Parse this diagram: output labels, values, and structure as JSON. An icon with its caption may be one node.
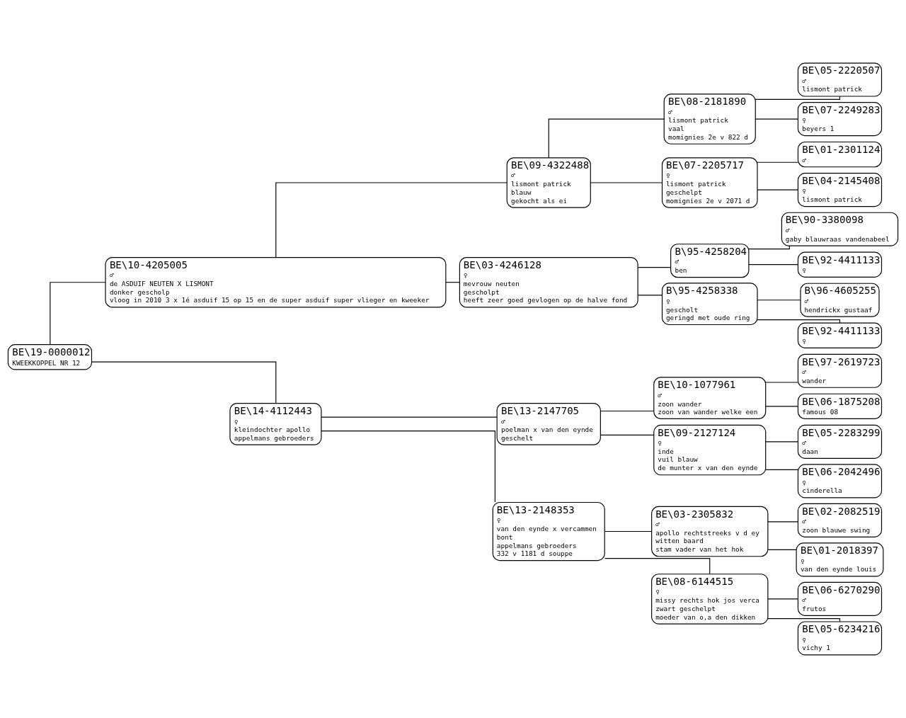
{
  "diagram": {
    "nodes": [
      {
        "text": [
          "BE\\19-0000012",
          "KWEEKKOPPEL NR 12"
        ]
      },
      {
        "text": [
          "BE\\10-4205005",
          "♂",
          "de ASDUIF NEUTEN X LISMONT",
          "donker gescholp",
          "vloog in 2010 3 x 1é asduif 15 op 15 en de super asduif super vlieger en kweeker"
        ]
      },
      {
        "text": [
          "BE\\14-4112443",
          "♀",
          "kleindochter apollo",
          "appelmans gebroeders"
        ]
      },
      {
        "text": [
          "BE\\09-4322488",
          "♂",
          "lismont patrick",
          "blauw",
          "gekocht als ei"
        ]
      },
      {
        "text": [
          "BE\\03-4246128",
          "♀",
          "mevrouw neuten",
          "gescholpt",
          "heeft zeer goed gevlogen op de halve fond"
        ]
      },
      {
        "text": [
          "BE\\13-2147705",
          "♂",
          "poelman x van den eynde",
          "geschelt"
        ]
      },
      {
        "text": [
          "BE\\13-2148353",
          "♀",
          "van den eynde x vercammen",
          "bont",
          "appelmans gebroeders",
          "332 v 1181 d souppe"
        ]
      },
      {
        "text": [
          "BE\\08-2181890",
          "♂",
          "lismont patrick",
          "vaal",
          "momignies 2e v 822 d"
        ]
      },
      {
        "text": [
          "BE\\07-2205717",
          "♀",
          "lismont patrick",
          "geschelpt",
          "momignies 2e v 2071 d"
        ]
      },
      {
        "text": [
          "B\\95-4258204",
          "♂",
          "ben"
        ]
      },
      {
        "text": [
          "B\\95-4258338",
          "♀",
          "gescholt",
          "geringd met oude ring"
        ]
      },
      {
        "text": [
          "BE\\10-1077961",
          "♂",
          "zoon wander",
          "zoon van wander welke een"
        ]
      },
      {
        "text": [
          "BE\\09-2127124",
          "♀",
          "inde",
          "vuil blauw",
          "de munter x van den eynde"
        ]
      },
      {
        "text": [
          "BE\\03-2305832",
          "♂",
          "apollo rechtstreeks v d ey",
          "witten baard",
          "stam vader van het hok"
        ]
      },
      {
        "text": [
          "BE\\08-6144515",
          "♀",
          "missy rechts hok jos verca",
          "zwart geschelpt",
          "moeder van o,a den dikken"
        ]
      },
      {
        "text": [
          "BE\\05-2220507",
          "♂",
          "lismont patrick"
        ]
      },
      {
        "text": [
          "BE\\07-2249283",
          "♀",
          "beyers 1"
        ]
      },
      {
        "text": [
          "BE\\01-2301124",
          "♂"
        ]
      },
      {
        "text": [
          "BE\\04-2145408",
          "♀",
          "lismont patrick"
        ]
      },
      {
        "text": [
          "BE\\90-3380098",
          "♂",
          "gaby blauwraas vandenabeel"
        ]
      },
      {
        "text": [
          "BE\\92-4411133",
          "♀"
        ]
      },
      {
        "text": [
          "B\\96-4605255",
          "♂",
          "hendrickx gustaaf"
        ]
      },
      {
        "text": [
          "BE\\92-4411133",
          "♀"
        ]
      },
      {
        "text": [
          "BE\\97-2619723",
          "♂",
          "wander"
        ]
      },
      {
        "text": [
          "BE\\06-1875208",
          "famous 08"
        ]
      },
      {
        "text": [
          "BE\\05-2283299",
          "♂",
          "daan"
        ]
      },
      {
        "text": [
          "BE\\06-2042496",
          "♀",
          "cinderella"
        ]
      },
      {
        "text": [
          "BE\\02-2082519",
          "♂",
          "zoon blauwe swing"
        ]
      },
      {
        "text": [
          "BE\\01-2018397",
          "♀",
          "van den eynde louis"
        ]
      },
      {
        "text": [
          "BE\\06-6270290",
          "♂",
          "frutos"
        ]
      },
      {
        "text": [
          "BE\\05-6234216",
          "♀",
          "vichy 1"
        ]
      }
    ],
    "edges": [
      {
        "from": 0,
        "to": 1,
        "arrow": "none"
      },
      {
        "from": 0,
        "to": 2,
        "arrow": "none"
      },
      {
        "from": 1,
        "to": 3,
        "arrow": "none"
      },
      {
        "from": 1,
        "to": 4,
        "arrow": "none"
      },
      {
        "from": 2,
        "to": 5,
        "arrow": "none"
      },
      {
        "from": 2,
        "to": 6,
        "arrow": "none"
      },
      {
        "from": 3,
        "to": 7,
        "arrow": "none"
      },
      {
        "from": 3,
        "to": 8,
        "arrow": "none"
      },
      {
        "from": 4,
        "to": 9,
        "arrow": "none"
      },
      {
        "from": 4,
        "to": 10,
        "arrow": "none"
      },
      {
        "from": 5,
        "to": 11,
        "arrow": "none"
      },
      {
        "from": 5,
        "to": 12,
        "arrow": "none"
      },
      {
        "from": 6,
        "to": 13,
        "arrow": "none"
      },
      {
        "from": 6,
        "to": 14,
        "arrow": "none"
      },
      {
        "from": 7,
        "to": 15,
        "arrow": "none"
      },
      {
        "from": 7,
        "to": 16,
        "arrow": "none"
      },
      {
        "from": 8,
        "to": 17,
        "arrow": "none"
      },
      {
        "from": 8,
        "to": 18,
        "arrow": "none"
      },
      {
        "from": 9,
        "to": 19,
        "arrow": "none"
      },
      {
        "from": 9,
        "to": 20,
        "arrow": "none"
      },
      {
        "from": 10,
        "to": 21,
        "arrow": "none"
      },
      {
        "from": 10,
        "to": 22,
        "arrow": "none"
      },
      {
        "from": 11,
        "to": 23,
        "arrow": "none"
      },
      {
        "from": 11,
        "to": 24,
        "arrow": "none"
      },
      {
        "from": 12,
        "to": 25,
        "arrow": "none"
      },
      {
        "from": 12,
        "to": 26,
        "arrow": "none"
      },
      {
        "from": 13,
        "to": 27,
        "arrow": "none"
      },
      {
        "from": 13,
        "to": 28,
        "arrow": "none"
      },
      {
        "from": 14,
        "to": 29,
        "arrow": "none"
      },
      {
        "from": 14,
        "to": 30,
        "arrow": "none"
      }
    ]
  }
}
